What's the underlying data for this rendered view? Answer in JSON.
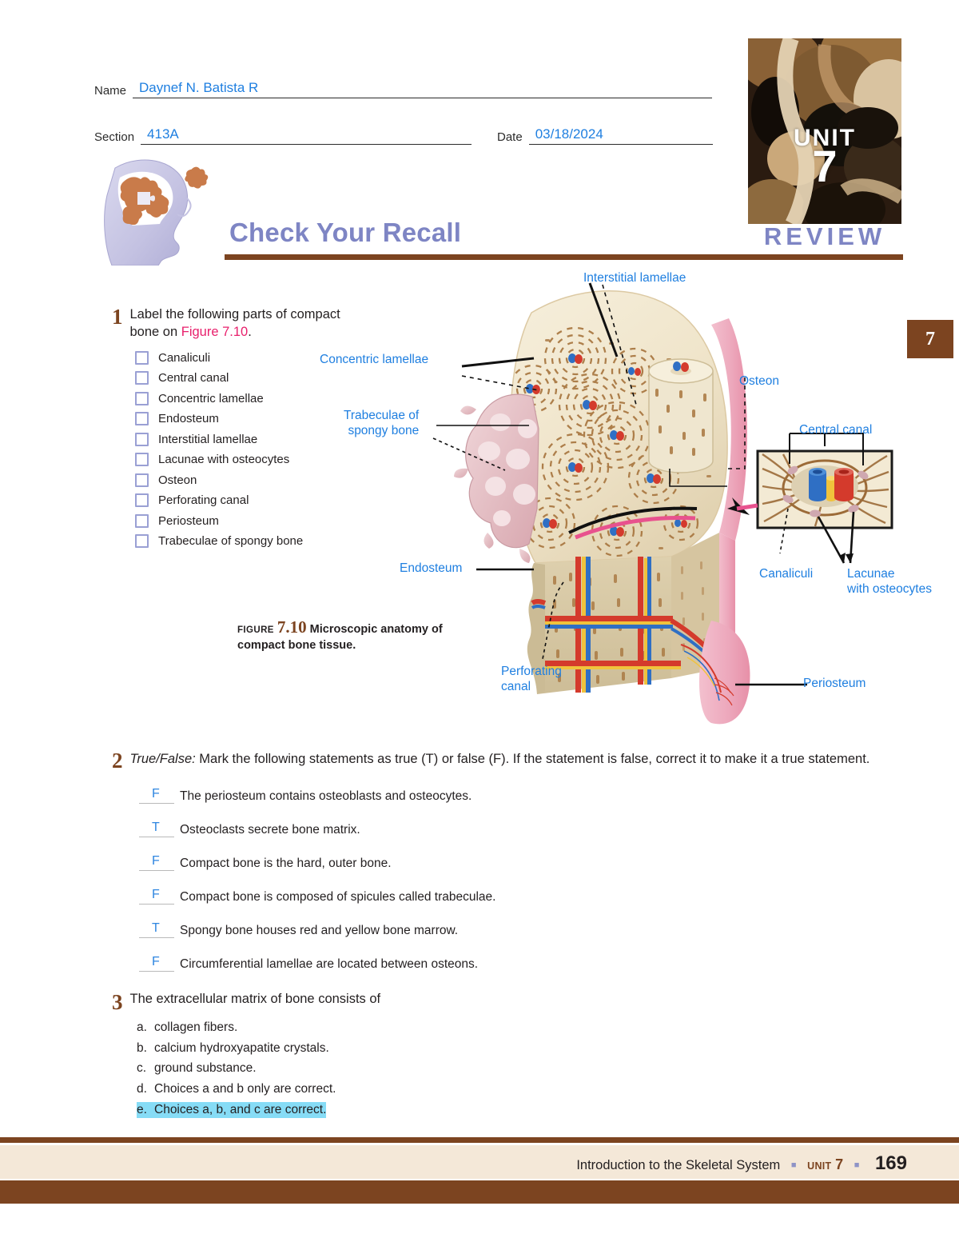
{
  "form": {
    "name_label": "Name",
    "name_value": "Daynef N. Batista R",
    "section_label": "Section",
    "section_value": "413A",
    "date_label": "Date",
    "date_value": "03/18/2024"
  },
  "header": {
    "title": "Check Your Recall",
    "unit_word": "UNIT",
    "unit_number": "7",
    "review_word": "REVIEW",
    "side_tab": "7"
  },
  "q1": {
    "number": "1",
    "text_before": "Label the following parts of compact bone on ",
    "figure_ref": "Figure 7.10",
    "text_after": ".",
    "items": [
      "Canaliculi",
      "Central canal",
      "Concentric lamellae",
      "Endosteum",
      "Interstitial lamellae",
      "Lacunae with osteocytes",
      "Osteon",
      "Perforating canal",
      "Periosteum",
      "Trabeculae of spongy bone"
    ]
  },
  "figure": {
    "caption_word": "FIGURE",
    "caption_number": "7.10",
    "caption_text": "Microscopic anatomy of compact bone tissue.",
    "labels": {
      "interstitial_lamellae": "Interstitial lamellae",
      "concentric_lamellae": "Concentric lamellae",
      "trabeculae": "Trabeculae of\nspongy bone",
      "osteon": "Osteon",
      "central_canal": "Central canal",
      "canaliculi": "Canaliculi",
      "lacunae": "Lacunae\nwith osteocytes",
      "endosteum": "Endosteum",
      "perforating_canal": "Perforating\ncanal",
      "periosteum": "Periosteum"
    }
  },
  "q2": {
    "number": "2",
    "lead_italic": "True/False:",
    "lead_text": " Mark the following statements as true (T) or false (F). If the statement is false, correct it to make it a true statement.",
    "items": [
      {
        "answer": "F",
        "statement": "The periosteum contains osteoblasts and osteocytes."
      },
      {
        "answer": "T",
        "statement": "Osteoclasts secrete bone matrix."
      },
      {
        "answer": "F",
        "statement": "Compact bone is the hard, outer bone."
      },
      {
        "answer": "F",
        "statement": "Compact bone is composed of spicules called trabeculae."
      },
      {
        "answer": "T",
        "statement": "Spongy bone houses red and yellow bone marrow."
      },
      {
        "answer": "F",
        "statement": "Circumferential lamellae are located between osteons."
      }
    ]
  },
  "q3": {
    "number": "3",
    "stem": "The extracellular matrix of bone consists of",
    "options": [
      {
        "letter": "a.",
        "text": "collagen fibers.",
        "highlighted": false
      },
      {
        "letter": "b.",
        "text": "calcium hydroxyapatite crystals.",
        "highlighted": false
      },
      {
        "letter": "c.",
        "text": "ground substance.",
        "highlighted": false
      },
      {
        "letter": "d.",
        "text": "Choices a and b only are correct.",
        "highlighted": false
      },
      {
        "letter": "e.",
        "text": "Choices a, b, and c are correct.",
        "highlighted": true
      }
    ]
  },
  "footer": {
    "chapter_title": "Introduction to the Skeletal System",
    "unit_word": "UNIT",
    "unit_number": "7",
    "page_number": "169"
  },
  "colors": {
    "brown": "#7c4420",
    "purple": "#7e85c4",
    "label_blue": "#1f7fe0",
    "ink_blue": "#2f86e0",
    "pink": "#e8206c",
    "highlight": "#86dcf6",
    "cream": "#f4e8d8"
  }
}
